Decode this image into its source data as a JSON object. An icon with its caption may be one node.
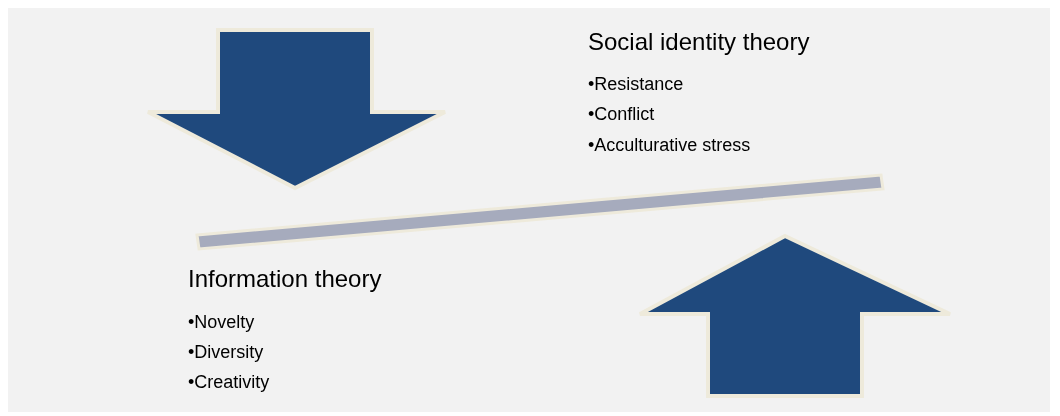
{
  "diagram": {
    "labels": [
      "Social identity theory",
      "•Resistance",
      "•Conflict",
      "•Acculturative stress",
      "Information theory",
      "•Novelty",
      "•Diversity",
      "•Creativity"
    ]
  }
}
